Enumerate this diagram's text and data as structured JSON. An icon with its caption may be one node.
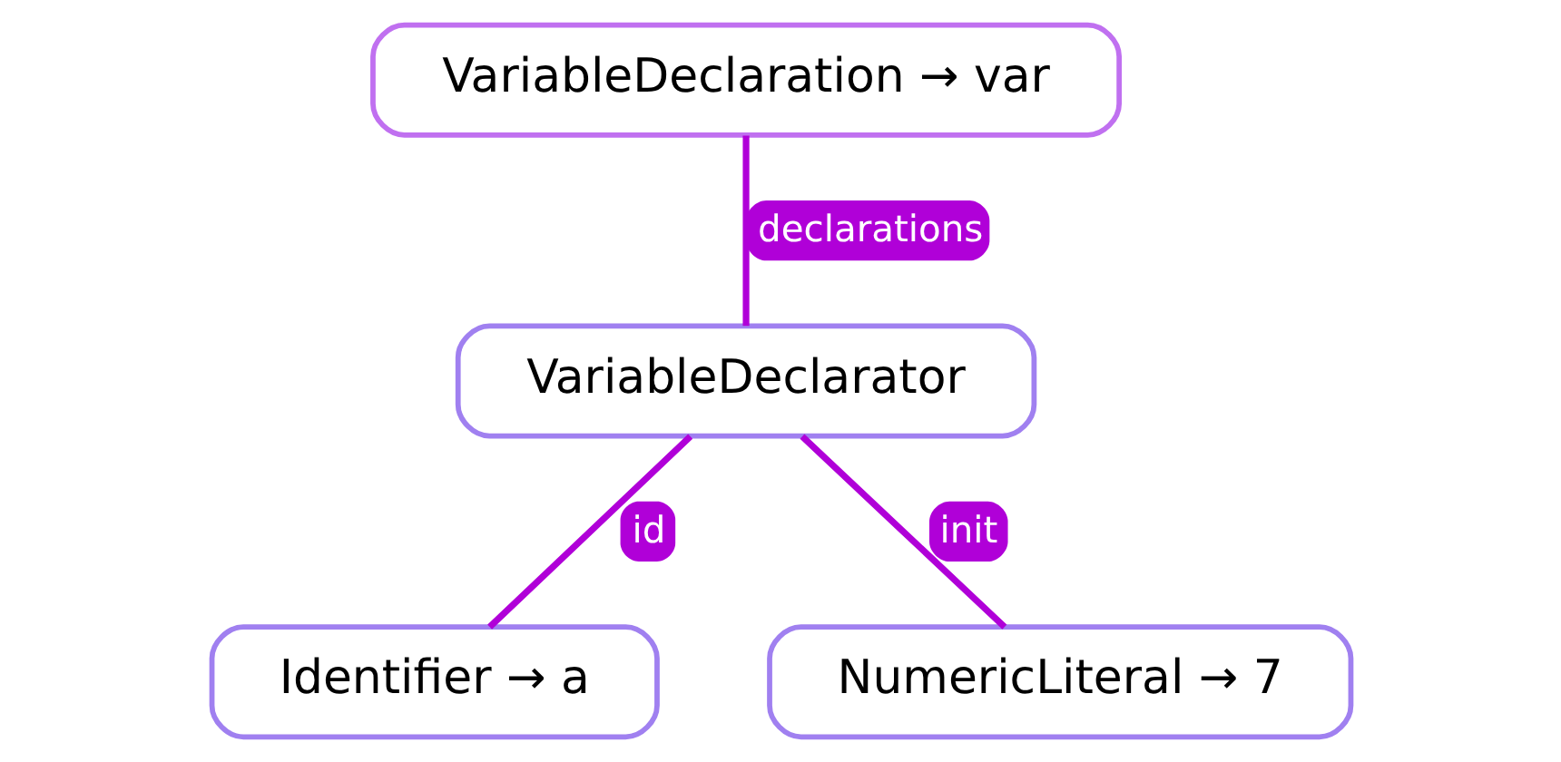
{
  "diagram": {
    "nodes": [
      {
        "text": [
          "VariableDeclaration → var"
        ]
      },
      {
        "text": [
          "VariableDeclarator"
        ]
      },
      {
        "text": [
          "Identifier → a"
        ]
      },
      {
        "text": [
          "NumericLiteral → 7"
        ]
      }
    ],
    "edges": [
      {
        "from": 0,
        "to": 1,
        "arrow": "none",
        "label": "declarations"
      },
      {
        "from": 1,
        "to": 2,
        "arrow": "none",
        "label": "id"
      },
      {
        "from": 1,
        "to": 3,
        "arrow": "none",
        "label": "init"
      }
    ]
  }
}
